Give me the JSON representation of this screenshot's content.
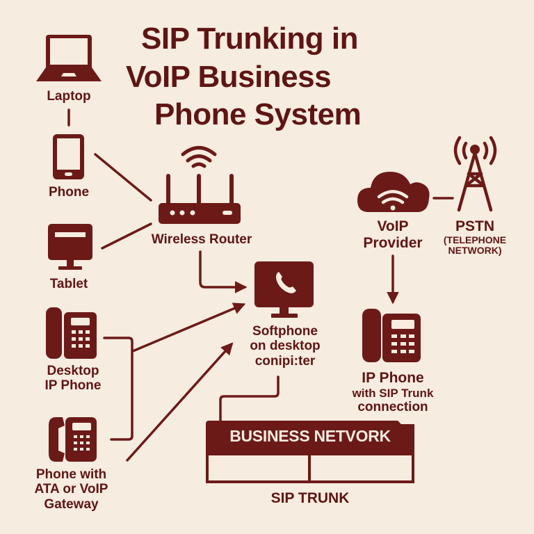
{
  "title": {
    "line1": "SIP Trunking in",
    "line2": "VoIP Business",
    "line3": "Phone System"
  },
  "colors": {
    "background": "#f6ecdf",
    "primary": "#6b1a18",
    "text": "#5e1514"
  },
  "nodes": {
    "laptop": {
      "label": "Laptop",
      "icon": "laptop-icon"
    },
    "phone": {
      "label": "Phone",
      "icon": "smartphone-icon"
    },
    "tablet": {
      "label": "Tablet",
      "icon": "monitor-icon"
    },
    "desktop_ip_phone": {
      "line1": "Desktop",
      "line2": "IP Phone",
      "icon": "desk-phone-icon"
    },
    "ata_phone": {
      "line1": "Phone with",
      "line2": "ATA or VoIP",
      "line3": "Gateway",
      "icon": "desk-phone-icon"
    },
    "router": {
      "label": "Wireless Router",
      "icon": "router-icon"
    },
    "softphone": {
      "line1": "Softphone",
      "line2": "on desktop",
      "line3": "conipi:ter",
      "icon": "softphone-monitor-icon"
    },
    "voip_provider": {
      "line1": "VoIP",
      "line2": "Provider",
      "icon": "cloud-wifi-icon"
    },
    "pstn": {
      "line1": "PSTN",
      "line2": "(TELEPHONE",
      "line3": "NETWORK)",
      "icon": "cell-tower-icon"
    },
    "sip_ip_phone": {
      "line1": "IP Phone",
      "line2": "with SIP Trunk",
      "line3": "connection",
      "icon": "desk-phone-icon"
    },
    "business_network": {
      "label": "BUSINESS NETVORK"
    },
    "sip_trunk": {
      "label": "SIP TRUNK"
    }
  }
}
